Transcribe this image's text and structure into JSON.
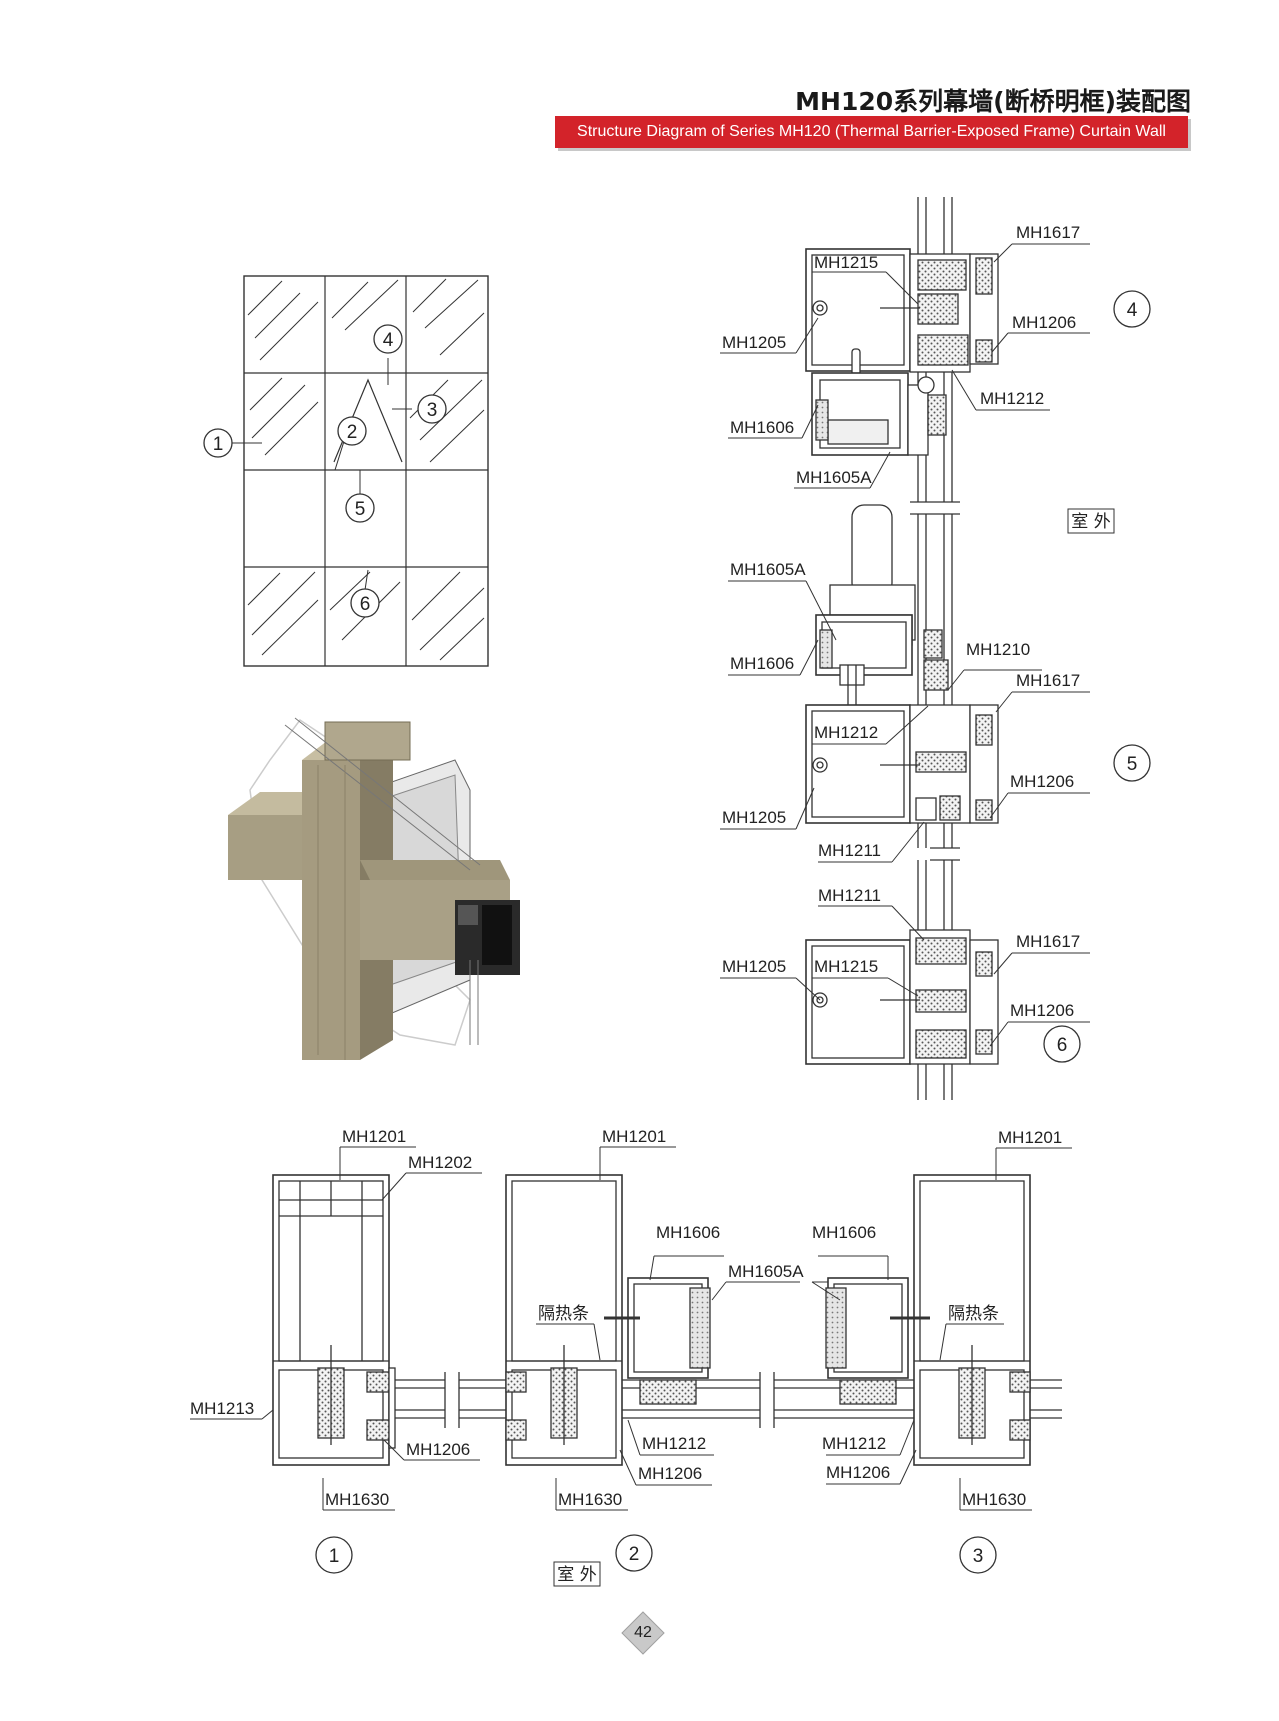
{
  "header": {
    "title_cn": "MH120系列幕墙(断桥明框)装配图",
    "title_en": "Structure Diagram of Series MH120 (Thermal Barrier-Exposed Frame) Curtain Wall"
  },
  "elevation": {
    "markers": [
      "1",
      "2",
      "3",
      "4",
      "5",
      "6"
    ]
  },
  "section_top": {
    "number": "4",
    "labels": {
      "mh1617": "MH1617",
      "mh1215": "MH1215",
      "mh1206": "MH1206",
      "mh1205": "MH1205",
      "mh1212": "MH1212",
      "mh1606": "MH1606",
      "mh1605a": "MH1605A"
    }
  },
  "exterior_label": "室 外",
  "section_middle": {
    "number": "5",
    "labels": {
      "mh1605a": "MH1605A",
      "mh1606": "MH1606",
      "mh1210": "MH1210",
      "mh1617": "MH1617",
      "mh1212": "MH1212",
      "mh1206": "MH1206",
      "mh1205": "MH1205",
      "mh1211": "MH1211"
    }
  },
  "section_bottom": {
    "number": "6",
    "labels": {
      "mh1211": "MH1211",
      "mh1617": "MH1617",
      "mh1205": "MH1205",
      "mh1215": "MH1215",
      "mh1206": "MH1206"
    }
  },
  "horizontal_sections": {
    "numbers": [
      "1",
      "2",
      "3"
    ],
    "labels": {
      "mh1201_1": "MH1201",
      "mh1202": "MH1202",
      "mh1213": "MH1213",
      "mh1206_1": "MH1206",
      "mh1630_1": "MH1630",
      "mh1201_2": "MH1201",
      "mh1606_2": "MH1606",
      "mh1605a": "MH1605A",
      "thermal_break_2": "隔热条",
      "mh1212_2": "MH1212",
      "mh1206_2": "MH1206",
      "mh1630_2": "MH1630",
      "mh1606_3": "MH1606",
      "mh1201_3": "MH1201",
      "thermal_break_3": "隔热条",
      "mh1212_3": "MH1212",
      "mh1206_3": "MH1206",
      "mh1630_3": "MH1630"
    },
    "exterior_label": "室 外"
  },
  "page_number": "42",
  "colors": {
    "accent_red": "#d3232a",
    "profile_bronze": "#a59b80",
    "line": "#333333"
  }
}
